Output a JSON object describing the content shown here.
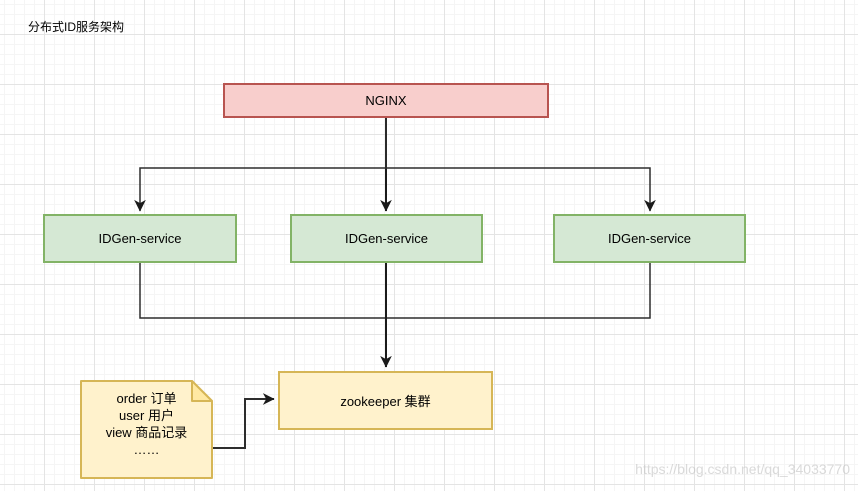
{
  "title": "分布式ID服务架构",
  "watermark": "https://blog.csdn.net/qq_34033770",
  "palette": {
    "nginx_fill": "#f8cecc",
    "nginx_stroke": "#b85450",
    "service_fill": "#d5e8d4",
    "service_stroke": "#82b366",
    "zookeeper_fill": "#fff2cc",
    "zookeeper_stroke": "#d6b656",
    "note_fill": "#fff2cc",
    "note_fold_fill": "#ffe9a3",
    "note_stroke": "#d6b656",
    "connector_color": "#2d2d2d"
  },
  "nodes": {
    "nginx": {
      "label": "NGINX"
    },
    "services": [
      {
        "label": "IDGen-service"
      },
      {
        "label": "IDGen-service"
      },
      {
        "label": "IDGen-service"
      }
    ],
    "zookeeper": {
      "label": "zookeeper 集群"
    },
    "note": {
      "lines": [
        "order 订单",
        "user 用户",
        "view 商品记录",
        "……"
      ]
    }
  },
  "connections": [
    {
      "from": "nginx",
      "to": "idgen-service-1",
      "arrow": "down"
    },
    {
      "from": "nginx",
      "to": "idgen-service-2",
      "arrow": "down"
    },
    {
      "from": "nginx",
      "to": "idgen-service-3",
      "arrow": "down"
    },
    {
      "from": "idgen-service-1",
      "to": "idgen-service-3",
      "arrow": "none"
    },
    {
      "from": "idgen-service-2",
      "to": "zookeeper",
      "arrow": "down"
    },
    {
      "from": "note",
      "to": "zookeeper",
      "arrow": "right"
    }
  ]
}
